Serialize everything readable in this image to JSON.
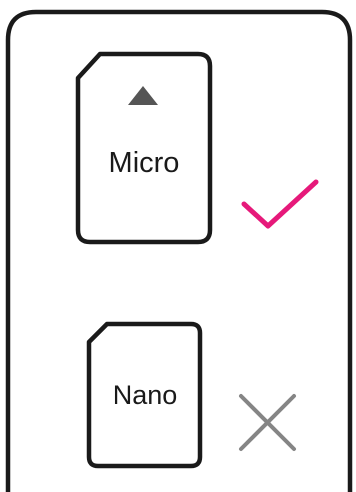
{
  "cards": [
    {
      "label": "Micro",
      "status": "check",
      "status_color": "#e6197a",
      "marker": "triangle-up-icon"
    },
    {
      "label": "Nano",
      "status": "cross",
      "status_color": "#858585"
    }
  ],
  "colors": {
    "outline": "#1a1a1a",
    "marker": "#555555",
    "background": "#ffffff"
  }
}
